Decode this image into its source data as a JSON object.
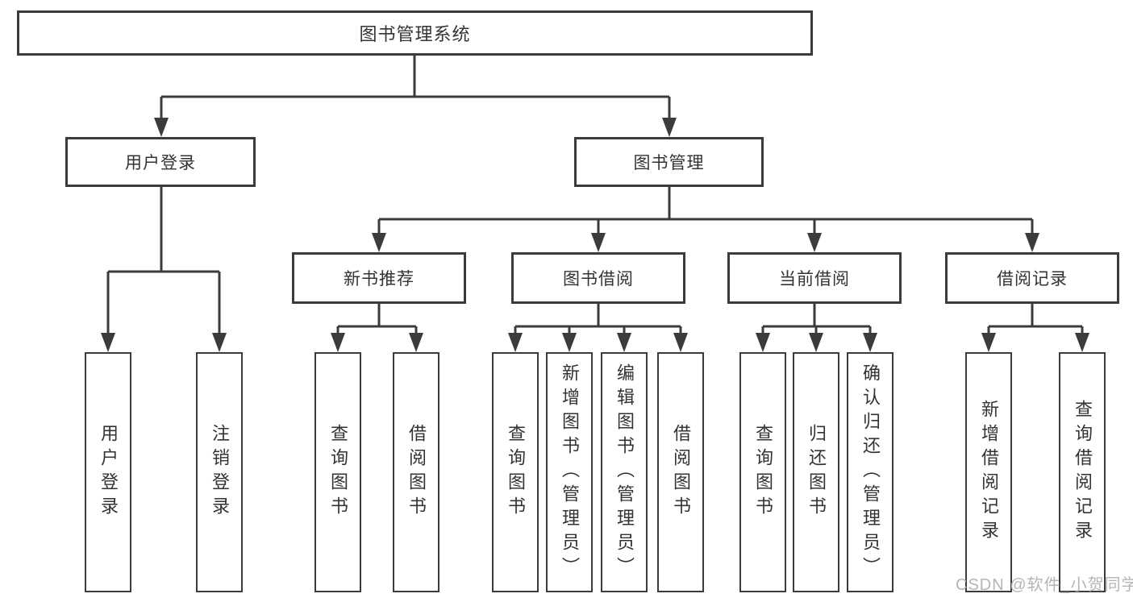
{
  "colors": {
    "line": "#3b3b3b",
    "text": "#333333",
    "watermark": "#b5b5b5",
    "background": "#ffffff"
  },
  "tree": {
    "root": {
      "label": "图书管理系统"
    },
    "branches": {
      "user_login": {
        "label": "用户登录",
        "children": {
          "login": {
            "label": "用户登录"
          },
          "logout": {
            "label": "注销登录"
          }
        }
      },
      "book_mgmt": {
        "label": "图书管理",
        "children": {
          "new_book_rec": {
            "label": "新书推荐",
            "children": {
              "query_book": {
                "label": "查询图书"
              },
              "borrow_book": {
                "label": "借阅图书"
              }
            }
          },
          "book_borrow": {
            "label": "图书借阅",
            "children": {
              "query_book": {
                "label": "查询图书"
              },
              "add_book": {
                "label": "新增图书（管理员）"
              },
              "edit_book": {
                "label": "编辑图书（管理员）"
              },
              "borrow_book": {
                "label": "借阅图书"
              }
            }
          },
          "current_borrow": {
            "label": "当前借阅",
            "children": {
              "query_book": {
                "label": "查询图书"
              },
              "return_book": {
                "label": "归还图书"
              },
              "confirm_return": {
                "label": "确认归还（管理员）"
              }
            }
          },
          "borrow_records": {
            "label": "借阅记录",
            "children": {
              "add_record": {
                "label": "新增借阅记录"
              },
              "query_record": {
                "label": "查询借阅记录"
              }
            }
          }
        }
      }
    }
  },
  "watermark": {
    "text": "CSDN @软件_小贺同学"
  }
}
